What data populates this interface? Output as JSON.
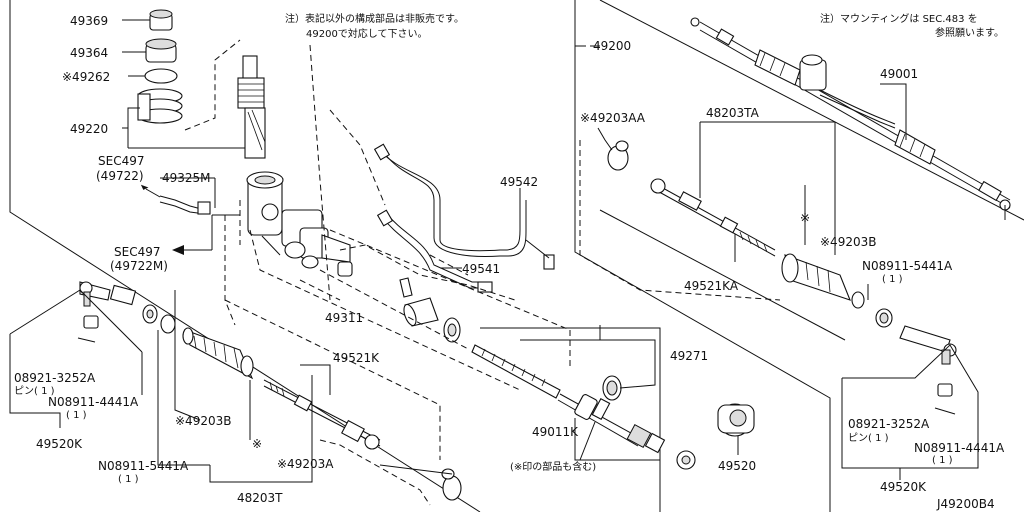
{
  "labels": {
    "p49369": "49369",
    "p49364": "49364",
    "p49262": "※49262",
    "p49220": "49220",
    "sec497a": "SEC497",
    "sec497a_sub": "(49722)",
    "p49325m": "49325M",
    "sec497b": "SEC497",
    "sec497b_sub": "(49722M)",
    "note1_line1": "注）表記以外の構成部品は非販売です。",
    "note1_line2": "49200で対応して下さい。",
    "p49200": "49200",
    "p49542": "49542",
    "p49541": "49541",
    "p49311": "49311",
    "p49521k": "49521K",
    "p49271": "49271",
    "p49203b_left": "※49203B",
    "p49203a_left": "※49203A",
    "p48203t": "48203T",
    "p49011k": "49011K",
    "p49011k_note": "(※印の部品も含む)",
    "p49520": "49520",
    "p08911_5441a_left": "N08911-5441A",
    "p08911_5441a_left_qty": "( 1 )",
    "p08921_3252a_left": "08921-3252A",
    "pin_left": "ピン( 1 )",
    "p08911_4441a_left": "N08911-4441A",
    "p08911_4441a_left_qty": "( 1 )",
    "p49520k_left": "49520K",
    "note2_line1": "注）マウンティングは SEC.483 を",
    "note2_line2": "参照願います。",
    "p49001": "49001",
    "p48203ta": "48203TA",
    "p49203aa": "※49203AA",
    "star": "※",
    "p49203b_right": "※49203B",
    "p49521ka": "49521KA",
    "p08911_5441a_right": "N08911-5441A",
    "p08911_5441a_right_qty": "( 1 )",
    "p08921_3252a_right": "08921-3252A",
    "pin_right": "ピン( 1 )",
    "p08911_4441a_right": "N08911-4441A",
    "p08911_4441a_right_qty": "( 1 )",
    "p49520k_right": "49520K",
    "diagram_code": "J49200B4"
  }
}
